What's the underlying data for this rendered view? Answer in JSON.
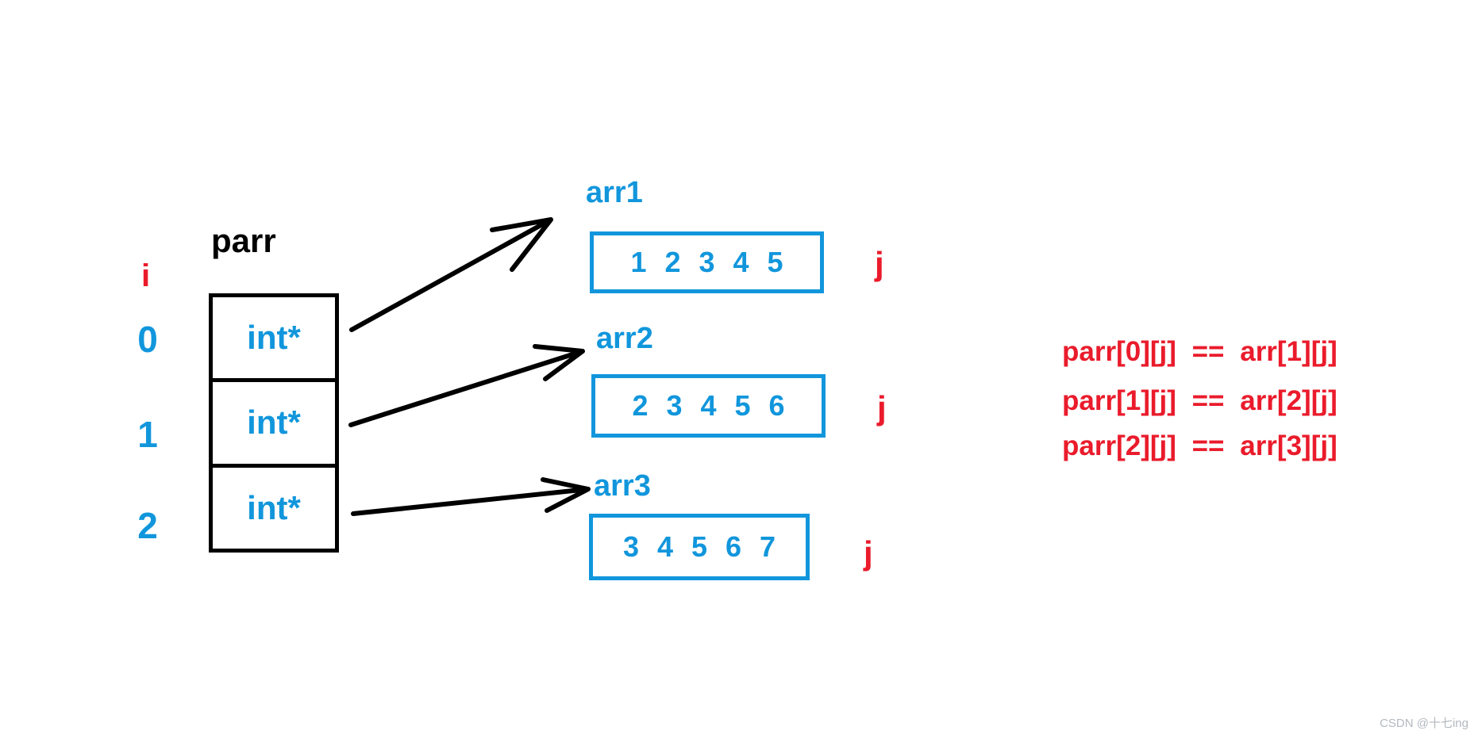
{
  "colors": {
    "blue": "#1196dc",
    "red": "#ea1b2b",
    "black": "#000000",
    "watermark_gray": "#b3b9bf"
  },
  "parr": {
    "label": "parr",
    "index_axis_label": "i",
    "indices": [
      "0",
      "1",
      "2"
    ],
    "cells": [
      "int*",
      "int*",
      "int*"
    ]
  },
  "arrays": [
    {
      "name": "arr1",
      "values": "1 2 3 4 5",
      "index_axis_label": "j"
    },
    {
      "name": "arr2",
      "values": "2 3 4 5 6",
      "index_axis_label": "j"
    },
    {
      "name": "arr3",
      "values": "3 4 5 6 7",
      "index_axis_label": "j"
    }
  ],
  "equations": [
    "parr[0][j] == arr[1][j]",
    "parr[1][j] == arr[2][j]",
    "parr[2][j] == arr[3][j]"
  ],
  "watermark": "CSDN @十七ing"
}
